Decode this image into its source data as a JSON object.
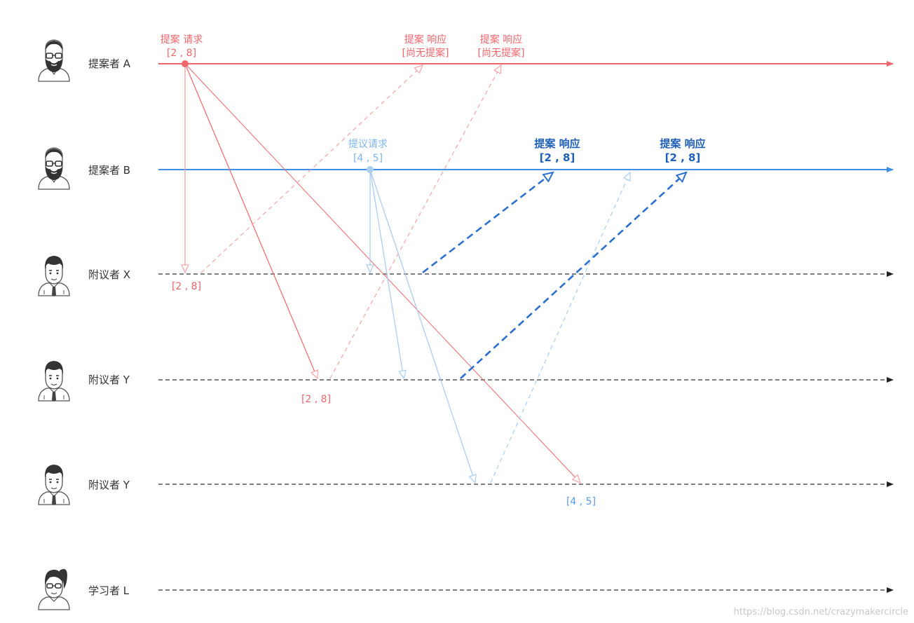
{
  "actors": [
    {
      "id": "a",
      "label": "提案者 A",
      "avatar": "bearded-man-glasses",
      "line_style": "solid",
      "color": "#f0656b"
    },
    {
      "id": "b",
      "label": "提案者 B",
      "avatar": "bearded-man-glasses",
      "line_style": "solid",
      "color": "#3d8fe8"
    },
    {
      "id": "x",
      "label": "附议者 X",
      "avatar": "man-with-tie",
      "line_style": "dashed",
      "color": "#555555"
    },
    {
      "id": "y1",
      "label": "附议者 Y",
      "avatar": "man-with-tie",
      "line_style": "dashed",
      "color": "#555555"
    },
    {
      "id": "y2",
      "label": "附议者 Y",
      "avatar": "man-with-tie",
      "line_style": "dashed",
      "color": "#555555"
    },
    {
      "id": "l",
      "label": "学习者 L",
      "avatar": "woman-glasses-ponytail",
      "line_style": "dashed",
      "color": "#555555"
    }
  ],
  "annotations": {
    "a_request_title": "提案 请求",
    "a_request_value": "[2 , 8]",
    "a_response1_title": "提案 响应",
    "a_response1_value": "[尚无提案]",
    "a_response2_title": "提案 响应",
    "a_response2_value": "[尚无提案]",
    "b_request_title": "提议请求",
    "b_request_value": "[4 , 5]",
    "b_response1_title": "提案 响应",
    "b_response1_value": "[2 , 8]",
    "b_response2_title": "提案 响应",
    "b_response2_value": "[2 , 8]",
    "x_received": "[2 , 8]",
    "y1_received": "[2 , 8]",
    "y2_received": "[4 , 5]"
  },
  "colors": {
    "red": "#f0656b",
    "light_red": "#f7a3a6",
    "blue": "#3d8fe8",
    "light_blue": "#a9cdf2",
    "dark_blue": "#2a6fd0",
    "gray": "#555555"
  },
  "watermark": "https://blog.csdn.net/crazymakercircle"
}
